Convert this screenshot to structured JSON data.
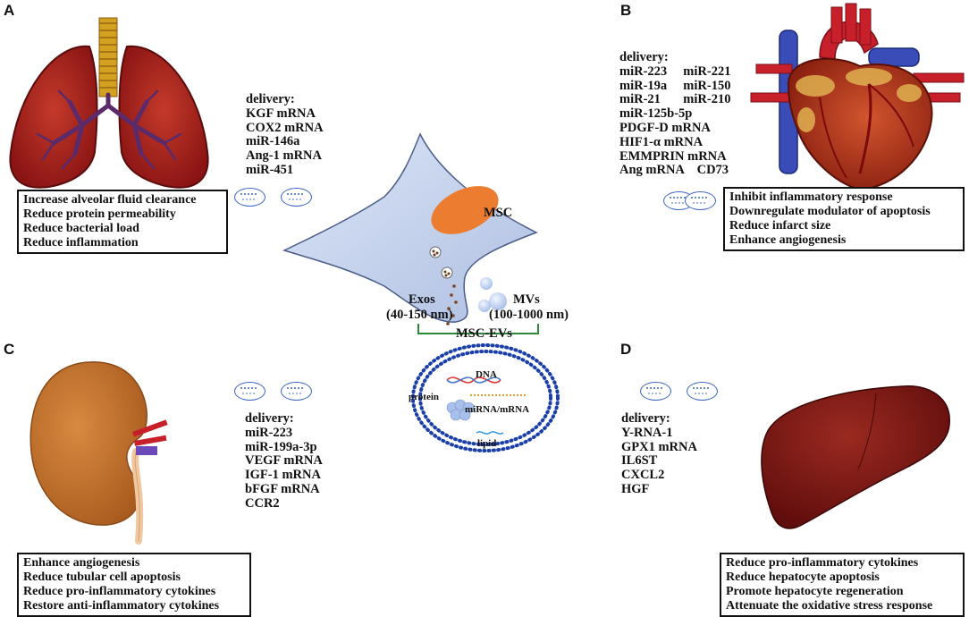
{
  "panels": {
    "A": {
      "letter": "A",
      "delivery": [
        "delivery:",
        "KGF mRNA",
        "COX2 mRNA",
        "miR-146a",
        "Ang-1 mRNA",
        "miR-451"
      ],
      "effects": [
        "Increase alveolar fluid clearance",
        "Reduce protein permeability",
        "Reduce bacterial load",
        "Reduce inflammation"
      ]
    },
    "B": {
      "letter": "B",
      "delivery": [
        "delivery:",
        "miR-223     miR-221",
        "miR-19a     miR-150",
        "miR-21       miR-210",
        "miR-125b-5p",
        "PDGF-D mRNA",
        "HIF1-α mRNA",
        "EMMPRIN mRNA",
        "Ang mRNA    CD73"
      ],
      "effects": [
        "Inhibit inflammatory response",
        "Downregulate modulator of apoptosis",
        "Reduce infarct size",
        "Enhance angiogenesis"
      ]
    },
    "C": {
      "letter": "C",
      "delivery": [
        "delivery:",
        "miR-223",
        "miR-199a-3p",
        "VEGF mRNA",
        "IGF-1 mRNA",
        "bFGF mRNA",
        "CCR2"
      ],
      "effects": [
        "Enhance angiogenesis",
        "Reduce tubular cell apoptosis",
        "Reduce pro-inflammatory cytokines",
        "Restore anti-inflammatory cytokines"
      ]
    },
    "D": {
      "letter": "D",
      "delivery": [
        "delivery:",
        "Y-RNA-1",
        "GPX1 mRNA",
        "IL6ST",
        "CXCL2",
        "HGF"
      ],
      "effects": [
        "Reduce pro-inflammatory cytokines",
        "Reduce hepatocyte apoptosis",
        "Promote hepatocyte regeneration",
        "Attenuate the oxidative stress response"
      ]
    }
  },
  "center": {
    "cell_label": "MSC",
    "exos_label": "Exos",
    "exos_size": "(40-150 nm)",
    "mvs_label": "MVs",
    "mvs_size": "(100-1000 nm)",
    "group_label": "MSC-EVs",
    "vesicle": {
      "dna": "DNA",
      "protein": "protein",
      "mirna": "miRNA/mRNA",
      "lipid": "lipid"
    }
  },
  "colors": {
    "lung": "#a82020",
    "heart": "#b3341f",
    "kidney": "#c06a2a",
    "liver": "#7a1414",
    "cell": "#c8d6ee",
    "nucleus": "#ec7c30",
    "membrane": "#1b3fa8",
    "bracket": "#2a8a3a"
  }
}
